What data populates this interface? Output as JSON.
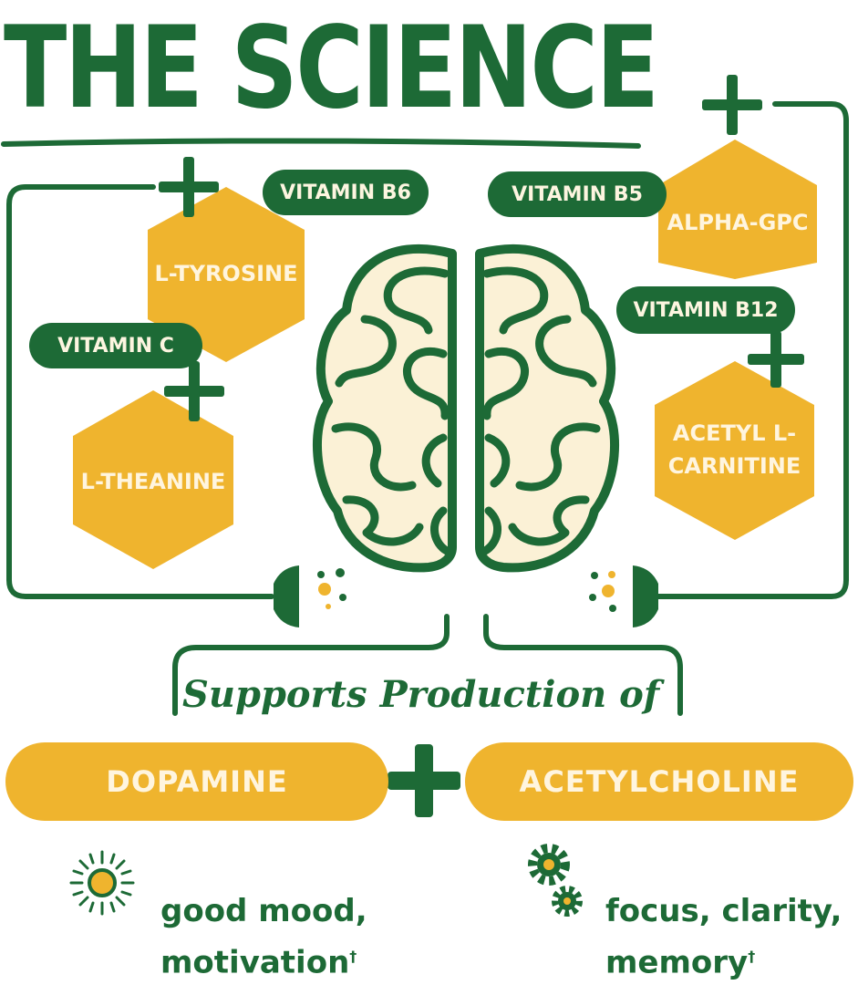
{
  "title": "THE SCIENCE",
  "ingredients": {
    "l_tyrosine": "L-TYROSINE",
    "l_theanine": "L-THEANINE",
    "alpha_gpc": "ALPHA-GPC",
    "acetyl_l_carnitine": "ACETYL L-\nCARNITINE"
  },
  "vitamins": {
    "b6": "VITAMIN B6",
    "c": "VITAMIN C",
    "b5": "VITAMIN B5",
    "b12": "VITAMIN B12"
  },
  "supports_text": "Supports Production of",
  "outputs": {
    "dopamine": "DOPAMINE",
    "acetylcholine": "ACETYLCHOLINE"
  },
  "benefits": {
    "left_text": "good mood,\nmotivation",
    "right_text": "focus, clarity,\nmemory",
    "dagger": "†"
  },
  "icons": {
    "plus": "plus-icon",
    "sun": "sun-icon",
    "gears": "gears-icon",
    "brain": "brain-icon"
  },
  "colors": {
    "green": "#1d6a36",
    "yellow": "#efb42e",
    "cream": "#fbf1d6"
  }
}
